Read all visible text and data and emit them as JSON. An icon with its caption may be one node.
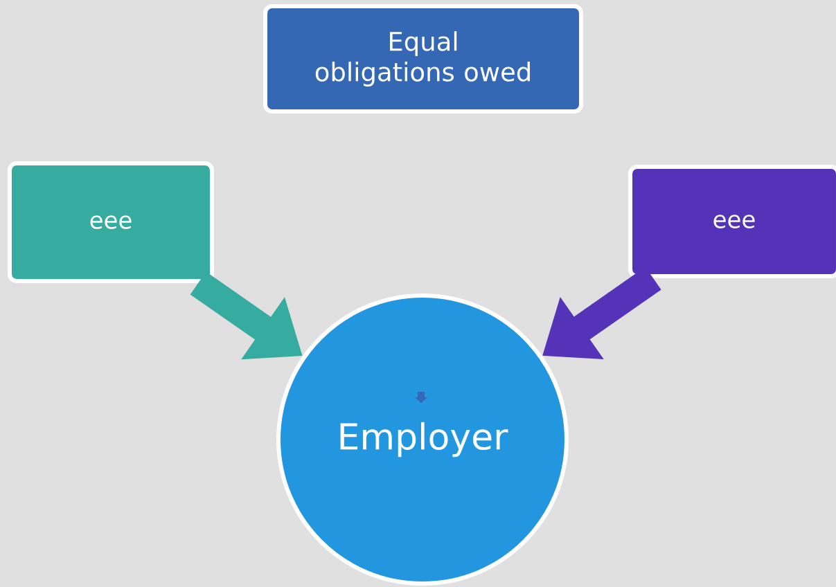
{
  "diagram": {
    "nodes": [
      {
        "text": [
          "Equal obligations owed"
        ]
      },
      {
        "text": [
          "eee"
        ]
      },
      {
        "text": [
          "eee"
        ]
      },
      {
        "text": [
          "Employer"
        ]
      }
    ],
    "edges": [
      {
        "from": 1,
        "to": 3,
        "arrow": "to",
        "color": "#36ab9f"
      },
      {
        "from": 2,
        "to": 3,
        "arrow": "to",
        "color": "#5533b9"
      }
    ]
  }
}
